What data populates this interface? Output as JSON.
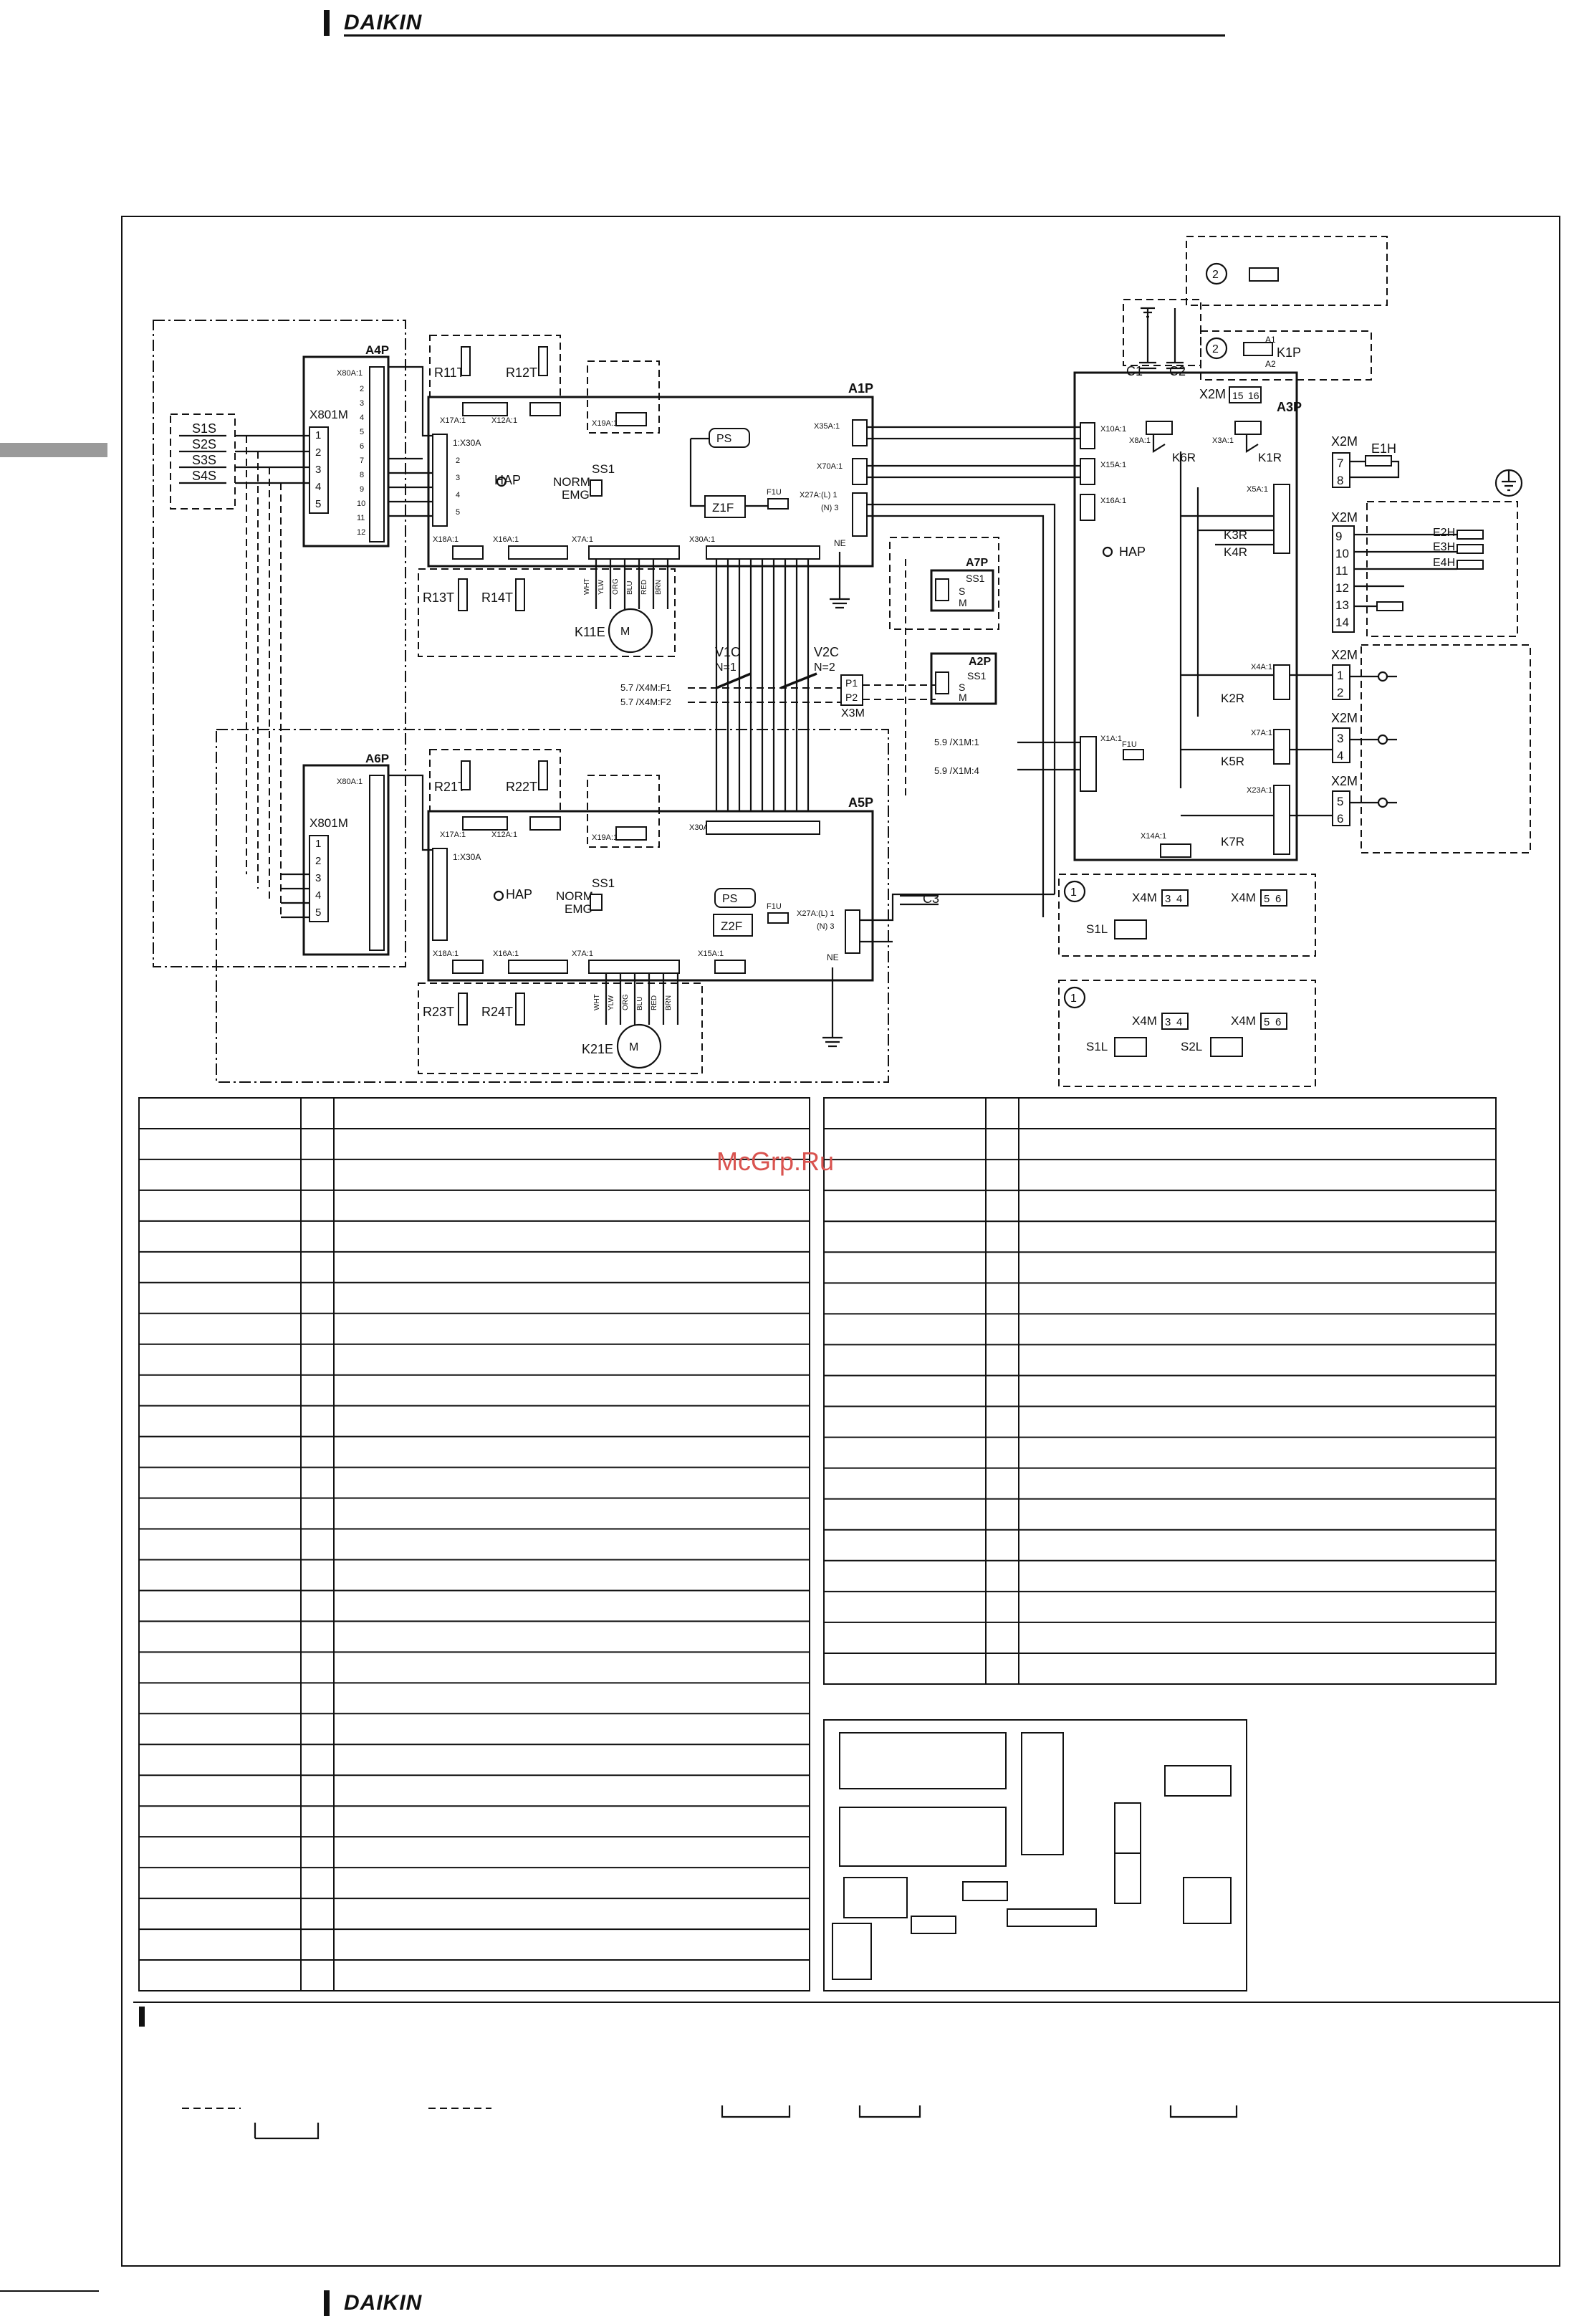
{
  "brand": {
    "logo_text": "DAIKIN"
  },
  "watermark": "McGrp.Ru",
  "diagram": {
    "pcb": {
      "a1p": "A1P",
      "a2p": "A2P",
      "a3p": "A3P",
      "a4p": "A4P",
      "a5p": "A5P",
      "a6p": "A6P",
      "a7p": "A7P"
    },
    "switches": [
      "S1S",
      "S2S",
      "S3S",
      "S4S"
    ],
    "terminal_x801m": "X801M",
    "thermistors": {
      "r11t": "R11T",
      "r12t": "R12T",
      "r13t": "R13T",
      "r14t": "R14T",
      "r21t": "R21T",
      "r22t": "R22T",
      "r23t": "R23T",
      "r24t": "R24T"
    },
    "motors": {
      "k11e": "K11E",
      "k21e": "K21E"
    },
    "motor_wires": [
      "WHT",
      "YLW",
      "ORG",
      "BLU",
      "RED",
      "BRN"
    ],
    "hap": "HAP",
    "ss1": "SS1",
    "norm": "NORM",
    "emg": "EMG",
    "ps": "PS",
    "z1f": "Z1F",
    "z2f": "Z2F",
    "f1u": "F1U",
    "ne": "NE",
    "v1c": "V1C",
    "v1c_n": "N=1",
    "v2c": "V2C",
    "v2c_n": "N=2",
    "c1": "C1",
    "c2": "C2",
    "c3": "C3",
    "k1p": "K1P",
    "a1": "A1",
    "a2": "A2",
    "relays": {
      "k1r": "K1R",
      "k2r": "K2R",
      "k3r": "K3R",
      "k4r": "K4R",
      "k5r": "K5R",
      "k6r": "K6R",
      "k7r": "K7R"
    },
    "x2m": "X2M",
    "x3m": "X3M",
    "x4m": "X4M",
    "heaters": {
      "e1h": "E1H",
      "e2h": "E2H",
      "e3h": "E3H",
      "e4h": "E4H"
    },
    "s1l": "S1L",
    "s2l": "S2L",
    "note_1": "1",
    "note_2": "2",
    "ref_f1": "5.7 /X4M:F1",
    "ref_f2": "5.7 /X4M:F2",
    "ref_x1m1": "5.9 /X1M:1",
    "ref_x1m4": "5.9 /X1M:4",
    "p1": "P1",
    "p2": "P2",
    "s": "S",
    "m": "M",
    "conn": {
      "x80a": "X80A:1",
      "x17a": "X17A:1",
      "x12a": "X12A:1",
      "x19a": "X19A:1",
      "x30a_left": "1:X30A",
      "x35a": "X35A:1",
      "x70a": "X70A:1",
      "x27a": "X27A:(L) 1",
      "x27a_n": "(N) 3",
      "x30a_bottom": "X30A:1",
      "x18a": "X18A:1",
      "x16a": "X16A:1",
      "x7a": "X7A:1",
      "x15a": "X15A:1",
      "x10a": "X10A:1",
      "x8a": "X8A:1",
      "x3a": "X3A:1",
      "x5a": "X5A:1",
      "x4a": "X4A:1",
      "x23a": "X23A:1",
      "x1a": "X1A:1",
      "x14a": "X14A:1"
    },
    "x2m_terms": [
      "7",
      "8",
      "9",
      "10",
      "11",
      "12",
      "13",
      "14",
      "1",
      "2",
      "3",
      "4",
      "5",
      "6"
    ],
    "x2m_top_terms": [
      "15",
      "16"
    ],
    "x4m_terms": [
      "3",
      "4",
      "5",
      "6"
    ]
  }
}
